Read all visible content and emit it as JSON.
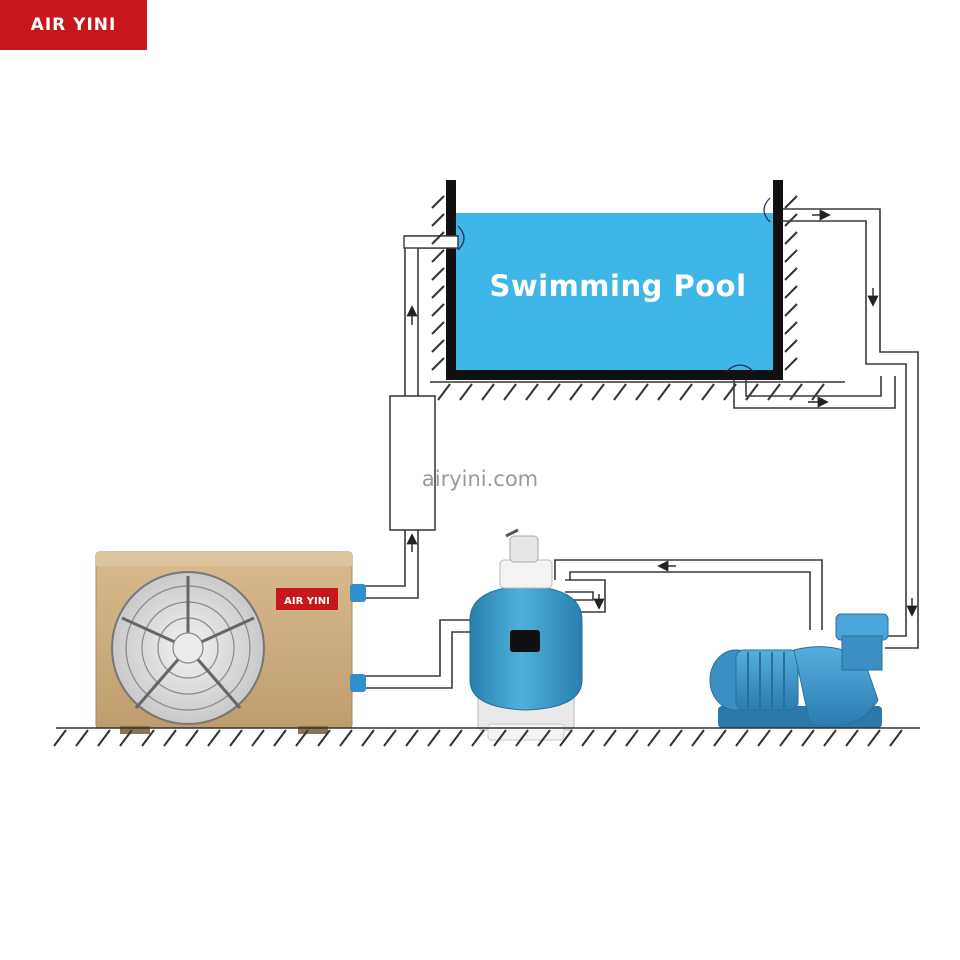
{
  "brand": {
    "name": "AIR YINI",
    "color": "#c8161d"
  },
  "pool": {
    "label": "Swimming Pool",
    "water_color": "#3fb6e8"
  },
  "watermark": "airyini.com",
  "heat_pump": {
    "badge_text": "AIR YINI",
    "body_color": "#c9a87a"
  },
  "sand_filter": {
    "body_color": "#3e9cc8"
  },
  "water_pump": {
    "body_color": "#3b8fc2"
  },
  "flow_arrows": {
    "color": "#222222"
  }
}
